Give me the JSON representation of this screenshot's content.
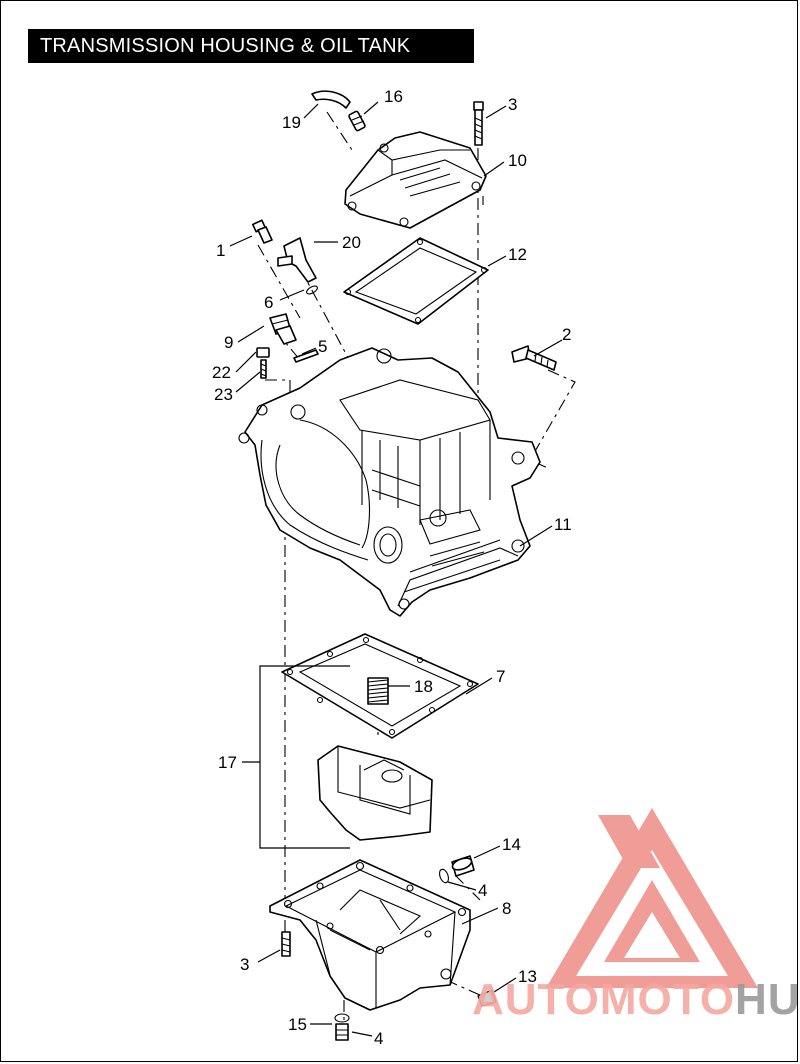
{
  "title": "TRANSMISSION HOUSING & OIL TANK",
  "callouts": [
    {
      "id": "c19",
      "label": "19"
    },
    {
      "id": "c16",
      "label": "16"
    },
    {
      "id": "c3a",
      "label": "3"
    },
    {
      "id": "c10",
      "label": "10"
    },
    {
      "id": "c1a",
      "label": "1"
    },
    {
      "id": "c20",
      "label": "20"
    },
    {
      "id": "c12",
      "label": "12"
    },
    {
      "id": "c6",
      "label": "6"
    },
    {
      "id": "c9",
      "label": "9"
    },
    {
      "id": "c5",
      "label": "5"
    },
    {
      "id": "c2",
      "label": "2"
    },
    {
      "id": "c22",
      "label": "22"
    },
    {
      "id": "c23",
      "label": "23"
    },
    {
      "id": "c11",
      "label": "11"
    },
    {
      "id": "c7",
      "label": "7"
    },
    {
      "id": "c18",
      "label": "18"
    },
    {
      "id": "c17",
      "label": "17"
    },
    {
      "id": "c14",
      "label": "14"
    },
    {
      "id": "c4a",
      "label": "4"
    },
    {
      "id": "c8",
      "label": "8"
    },
    {
      "id": "c3b",
      "label": "3"
    },
    {
      "id": "c13",
      "label": "13"
    },
    {
      "id": "c15",
      "label": "15"
    },
    {
      "id": "c4b",
      "label": "4"
    }
  ],
  "watermark": {
    "brand_left": "AUTOMOTO",
    "brand_right": "HUB",
    "color_left": "#f4a8a0",
    "color_right": "#9a9a9a",
    "triangle_color": "#ee8b86"
  }
}
